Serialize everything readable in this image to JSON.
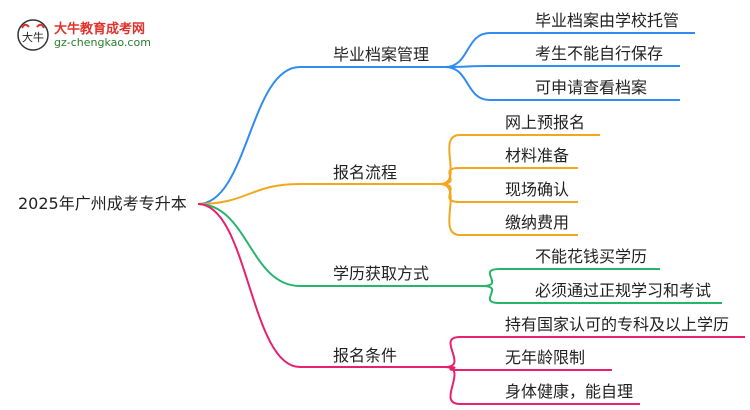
{
  "logo": {
    "site_name": "大牛教育成考网",
    "url": "gz-chengkao.com",
    "badge_text": "大牛"
  },
  "root": "2025年广州成考专升本",
  "branches": [
    {
      "id": "b1",
      "label": "毕业档案管理",
      "color": "#2f8cf0",
      "children": [
        "毕业档案由学校托管",
        "考生不能自行保存",
        "可申请查看档案"
      ]
    },
    {
      "id": "b2",
      "label": "报名流程",
      "color": "#f2a81d",
      "children": [
        "网上预报名",
        "材料准备",
        "现场确认",
        "缴纳费用"
      ]
    },
    {
      "id": "b3",
      "label": "学历获取方式",
      "color": "#26b56b",
      "children": [
        "不能花钱买学历",
        "必须通过正规学习和考试"
      ]
    },
    {
      "id": "b4",
      "label": "报名条件",
      "color": "#e8206d",
      "children": [
        "持有国家认可的专科及以上学历",
        "无年龄限制",
        "身体健康，能自理"
      ]
    }
  ]
}
